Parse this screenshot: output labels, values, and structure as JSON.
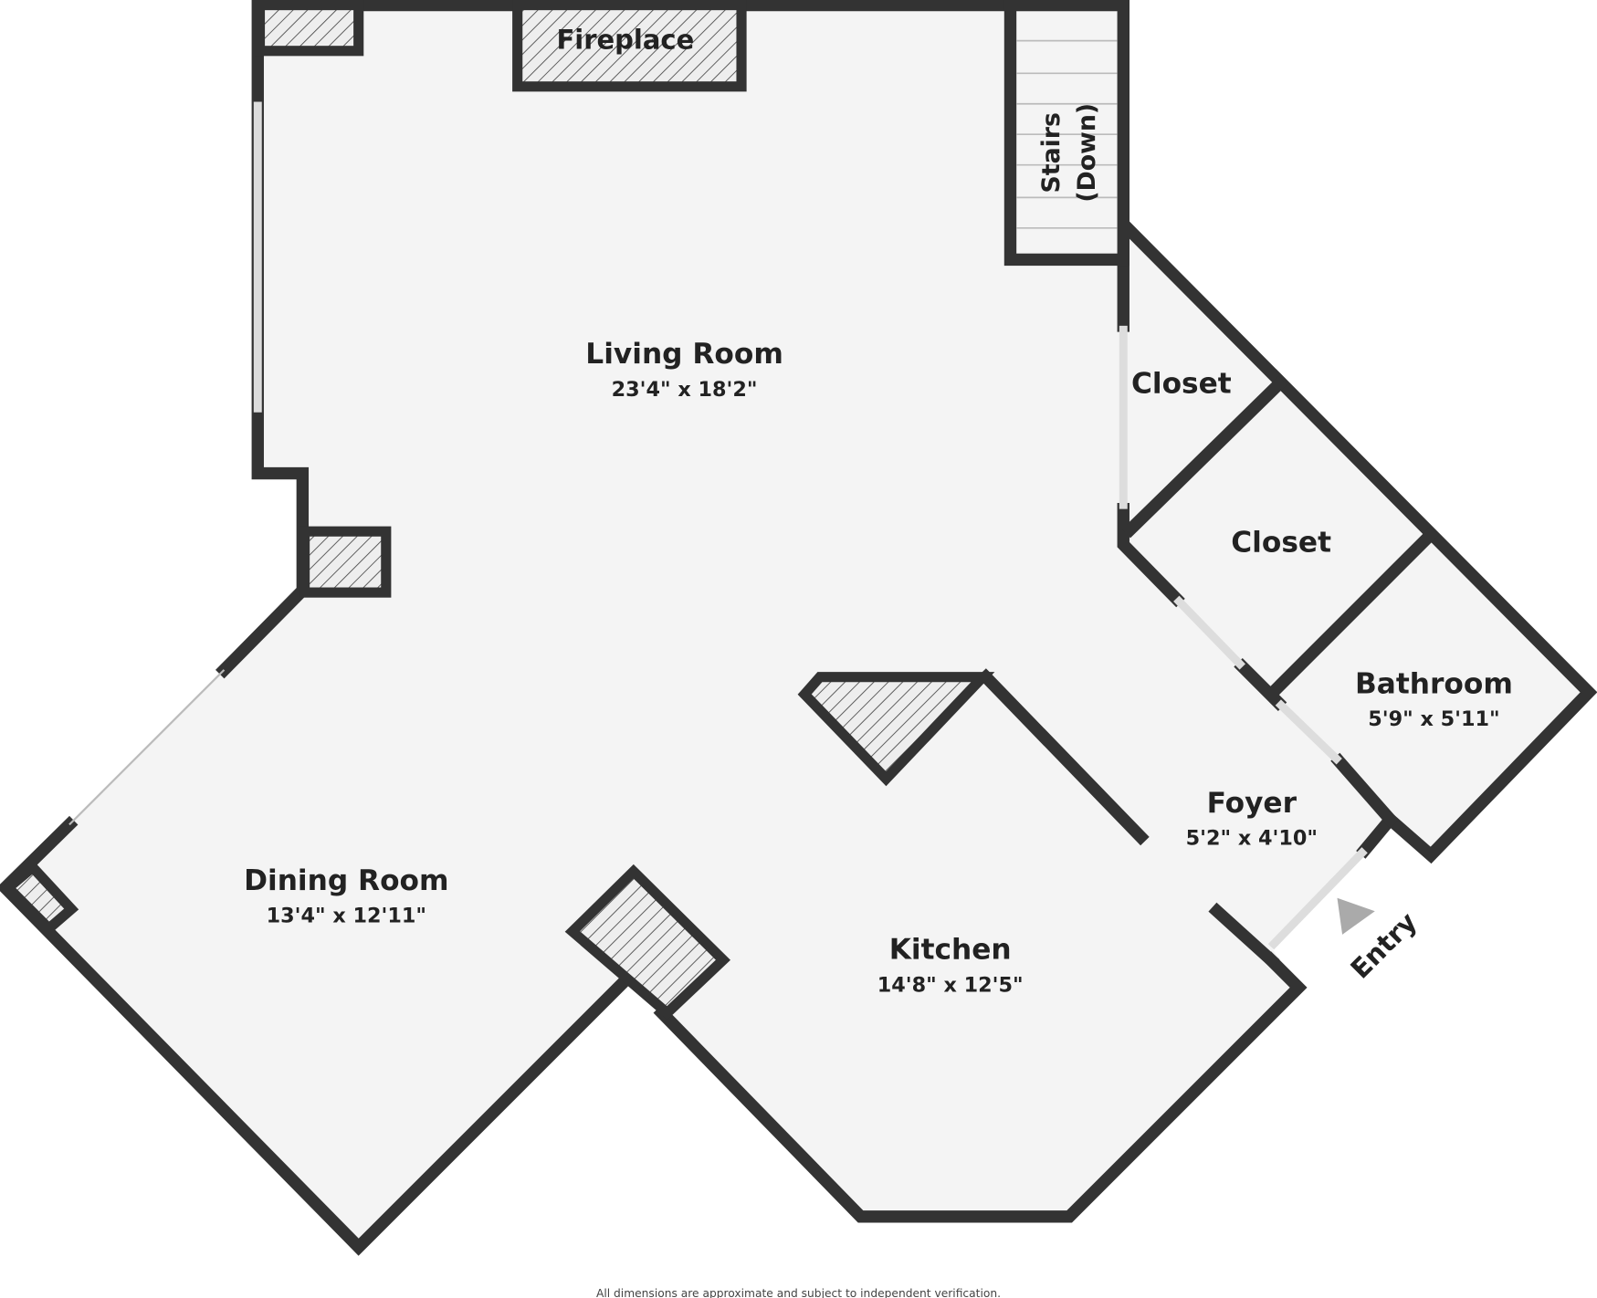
{
  "rooms": [
    {
      "name": "Living Room",
      "dims": "23'4\" x 18'2\""
    },
    {
      "name": "Dining Room",
      "dims": "13'4\" x 12'11\""
    },
    {
      "name": "Kitchen",
      "dims": "14'8\" x 12'5\""
    },
    {
      "name": "Foyer",
      "dims": "5'2\" x 4'10\""
    },
    {
      "name": "Bathroom",
      "dims": "5'9\" x 5'11\""
    },
    {
      "name": "Closet"
    },
    {
      "name": "Closet"
    }
  ],
  "features": {
    "fireplace": "Fireplace",
    "stairs_line1": "Stairs",
    "stairs_line2": "(Down)",
    "entry": "Entry"
  },
  "disclaimer": "All dimensions are approximate and subject to independent verification.",
  "colors": {
    "wall": "#333333",
    "floor": "#f4f4f4"
  }
}
